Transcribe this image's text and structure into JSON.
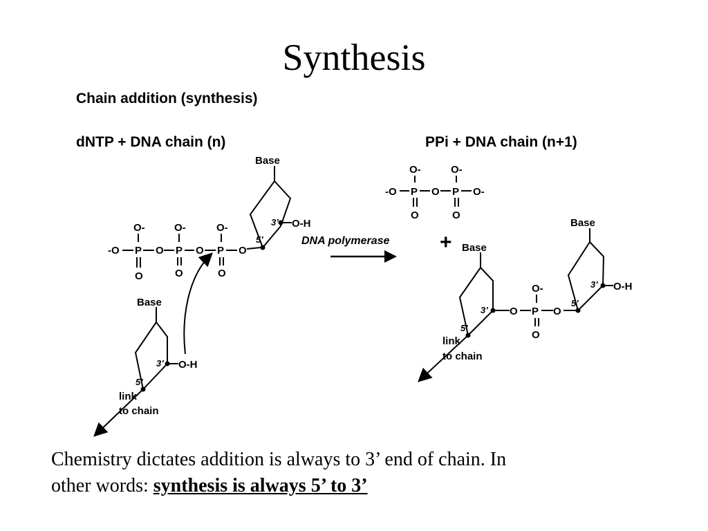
{
  "slide": {
    "title": "Synthesis",
    "heading": "Chain addition (synthesis)",
    "left_equation": "dNTP + DNA chain (n)",
    "right_equation": "PPi + DNA chain (n+1)",
    "enzyme": "DNA polymerase",
    "plus": "+",
    "caption_line1": "Chemistry dictates addition is always to 3’ end of chain.  In",
    "caption_line2_prefix": "other words: ",
    "caption_line2_emphasis": "synthesis is always 5’ to 3’"
  },
  "labels": {
    "base": "Base",
    "o_minus": "O-",
    "minus_o": "-O",
    "p": "P",
    "o": "O",
    "oh": "O-H",
    "three_prime": "3’",
    "five_prime": "5’",
    "link_line1": "link",
    "link_line2": "to chain"
  }
}
